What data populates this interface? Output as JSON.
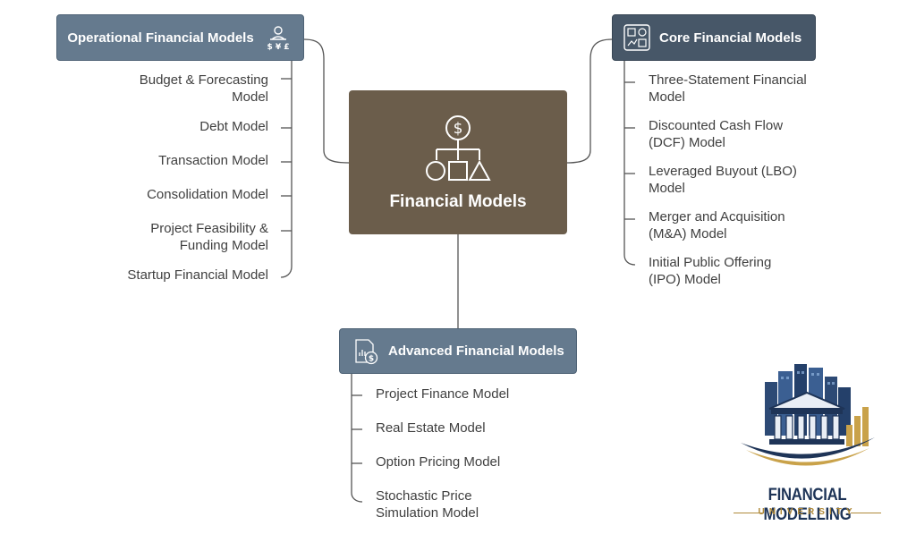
{
  "center": {
    "title": "Financial Models",
    "icon": "dollar-hierarchy-icon"
  },
  "operational": {
    "title": "Operational Financial Models",
    "icon": "person-currency-icon",
    "currency_symbols": "$ ¥ £",
    "items": [
      "Budget & Forecasting\nModel",
      "Debt Model",
      "Transaction Model",
      "Consolidation Model",
      "Project Feasibility &\nFunding Model",
      "Startup Financial Model"
    ]
  },
  "core": {
    "title": "Core Financial Models",
    "icon": "dashboard-charts-icon",
    "items": [
      "Three-Statement Financial\nModel",
      "Discounted Cash Flow\n(DCF) Model",
      "Leveraged Buyout (LBO)\nModel",
      "Merger and Acquisition\n(M&A) Model",
      "Initial Public Offering\n(IPO) Model"
    ]
  },
  "advanced": {
    "title": "Advanced Financial Models",
    "icon": "document-dollar-icon",
    "items": [
      "Project Finance Model",
      "Real Estate Model",
      "Option Pricing Model",
      "Stochastic Price\nSimulation Model"
    ]
  },
  "logo": {
    "name": "FINANCIAL MODELLING",
    "sub": "UNIVERSITY",
    "icon": "university-building-icon"
  },
  "colors": {
    "header": "#657a8e",
    "header_dark": "#475768",
    "center": "#6b5d4b",
    "logo_navy": "#1e3457",
    "logo_gold": "#b08a3a"
  }
}
